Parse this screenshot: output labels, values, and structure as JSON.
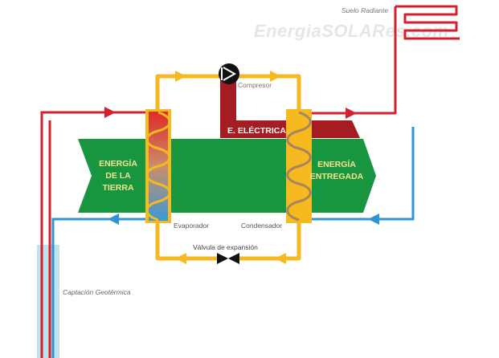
{
  "watermark": "EnergiaSOLARes.com",
  "labels": {
    "suelo_radiante": "Suelo Radiante",
    "compresor": "Compresor",
    "e_electrica": "E. ELÉCTRICA",
    "energia_tierra": [
      "ENERGÍA",
      "DE LA",
      "TIERRA"
    ],
    "energia_entregada": [
      "ENERGÍA",
      "ENTREGADA"
    ],
    "evaporador": "Evaporador",
    "condensador": "Condensador",
    "valvula": "Válvula de expansión",
    "captacion": "Captación Geotérmica"
  },
  "colors": {
    "hot": "#d3222e",
    "cold": "#2f94d4",
    "refrigerant": "#f6b91f",
    "energy_band": "#17963f",
    "electric": "#a51d22",
    "probe": "#bfe3ef",
    "label_gray": "#777777"
  }
}
